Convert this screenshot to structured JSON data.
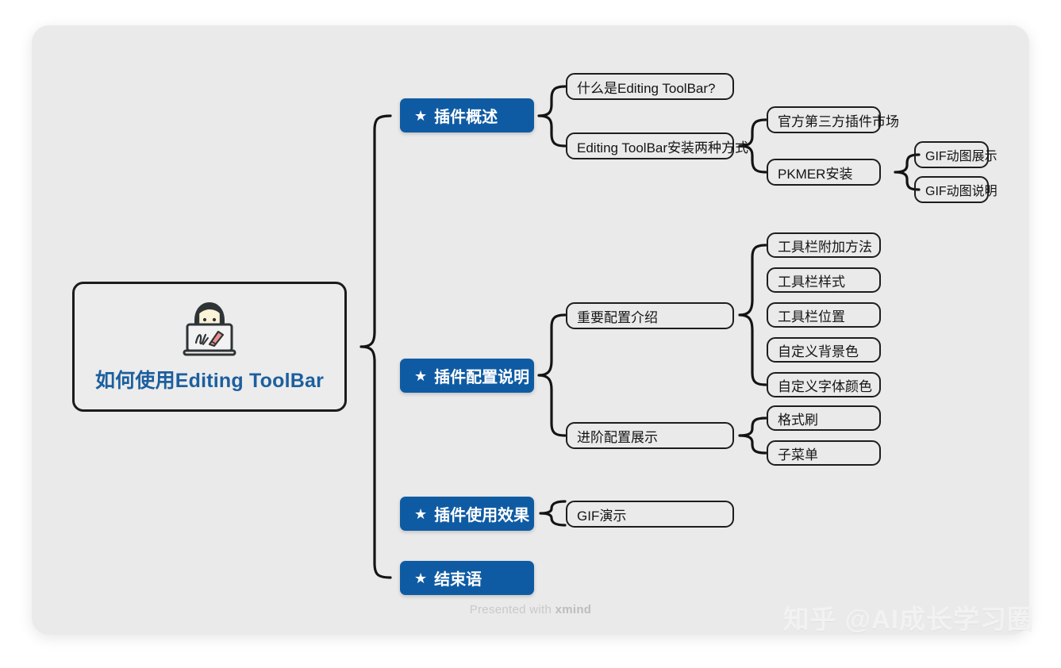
{
  "canvas": {
    "background": "#eaeaea",
    "page_background": "#ffffff"
  },
  "colors": {
    "branch_blue": "#0f5ba3",
    "title_blue": "#1c5f9e",
    "node_border": "#1d1d1d",
    "connector": "#141414",
    "watermark": "#f2f2f2"
  },
  "root": {
    "title": "如何使用Editing ToolBar",
    "icon": "person-at-laptop-writing-icon"
  },
  "branches": [
    {
      "label": "插件概述",
      "star": "★",
      "children": [
        {
          "label": "什么是Editing ToolBar?",
          "children": []
        },
        {
          "label": "Editing ToolBar安装两种方式",
          "children": [
            {
              "label": "官方第三方插件市场",
              "children": []
            },
            {
              "label": "PKMER安装",
              "children": [
                {
                  "label": "GIF动图展示"
                },
                {
                  "label": "GIF动图说明"
                }
              ]
            }
          ]
        }
      ]
    },
    {
      "label": "插件配置说明",
      "star": "★",
      "children": [
        {
          "label": "重要配置介绍",
          "children": [
            {
              "label": "工具栏附加方法"
            },
            {
              "label": "工具栏样式"
            },
            {
              "label": "工具栏位置"
            },
            {
              "label": "自定义背景色"
            },
            {
              "label": "自定义字体颜色"
            }
          ]
        },
        {
          "label": "进阶配置展示",
          "children": [
            {
              "label": "格式刷"
            },
            {
              "label": "子菜单"
            }
          ]
        }
      ]
    },
    {
      "label": "插件使用效果",
      "star": "★",
      "children": [
        {
          "label": "GIF演示",
          "children": []
        }
      ]
    },
    {
      "label": "结束语",
      "star": "★",
      "children": []
    }
  ],
  "footer": {
    "credit_prefix": "Presented with ",
    "credit_brand": "xmind"
  },
  "watermark": {
    "text": "知乎 @AI成长学习圈"
  }
}
